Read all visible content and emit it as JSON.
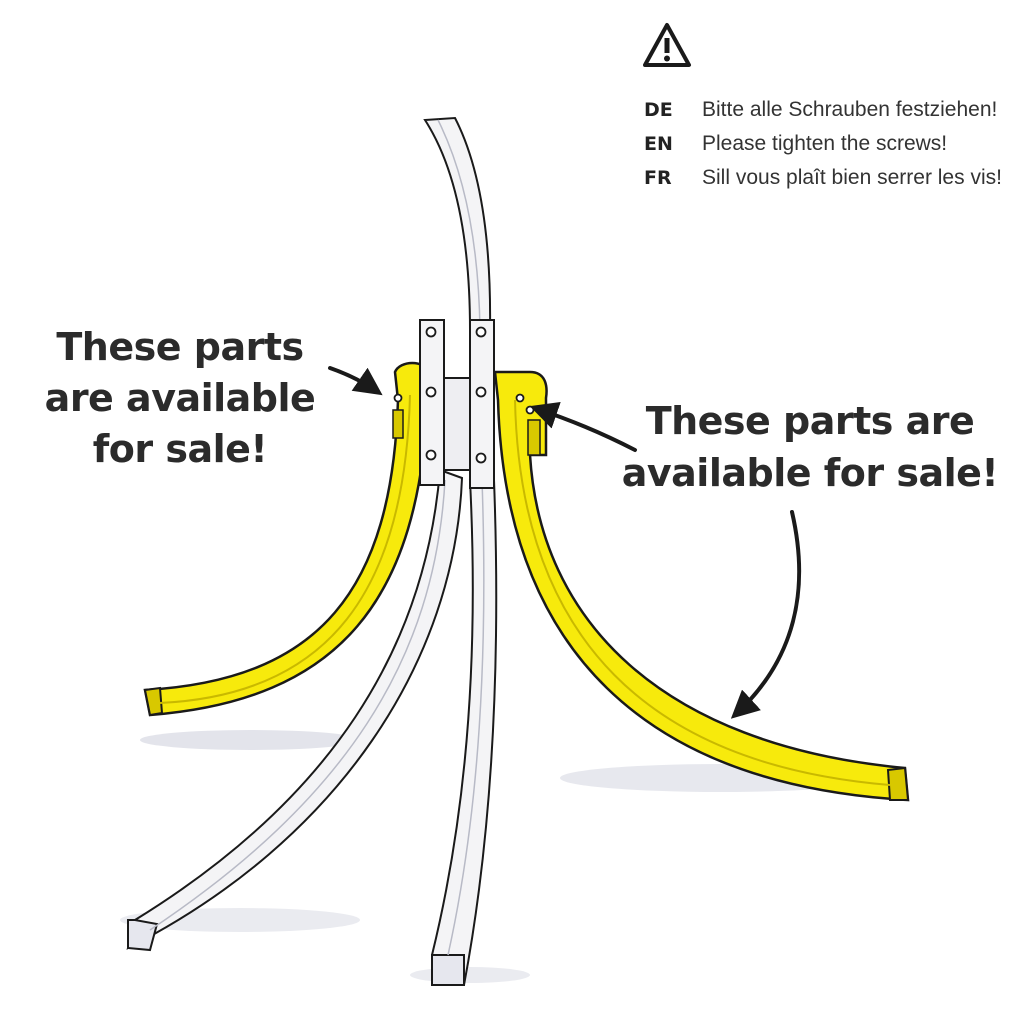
{
  "warning": {
    "icon": "warning-triangle-icon",
    "lines": [
      {
        "code": "DE",
        "text": "Bitte alle Schrauben festziehen!"
      },
      {
        "code": "EN",
        "text": "Please tighten the screws!"
      },
      {
        "code": "FR",
        "text": "Sill vous plaît bien serrer les vis!"
      }
    ]
  },
  "callouts": {
    "left": [
      "These parts",
      "are available",
      "for sale!"
    ],
    "right": [
      "These parts are",
      "available for sale!"
    ]
  },
  "colors": {
    "highlight": "#f7ea0c",
    "highlight_dark": "#d8c800",
    "outline": "#1a1a1a",
    "frame": "#f4f4f6",
    "shadow": "#c9cbd6",
    "text": "#2b2b2b"
  }
}
